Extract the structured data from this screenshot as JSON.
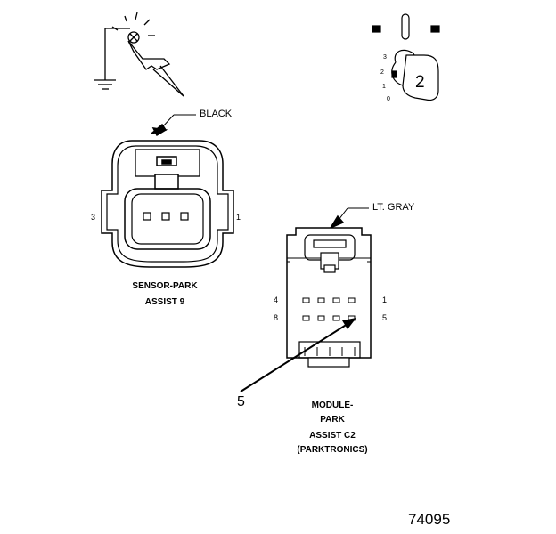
{
  "sensor_connector": {
    "wire_color": "BLACK",
    "pin_left": "3",
    "pin_right": "1",
    "name_line1": "SENSOR-PARK",
    "name_line2": "ASSIST 9"
  },
  "module_connector": {
    "wire_color": "LT. GRAY",
    "pin_top_left": "4",
    "pin_top_right": "1",
    "pin_bottom_left": "8",
    "pin_bottom_right": "5",
    "name_line1": "MODULE-",
    "name_line2": "PARK",
    "name_line3": "ASSIST C2",
    "name_line4": "(PARKTRONICS)"
  },
  "callout_number": "5",
  "ignition_switch": {
    "positions": [
      "3",
      "2",
      "1",
      "0"
    ],
    "key_position": "2"
  },
  "figure_number": "74095"
}
